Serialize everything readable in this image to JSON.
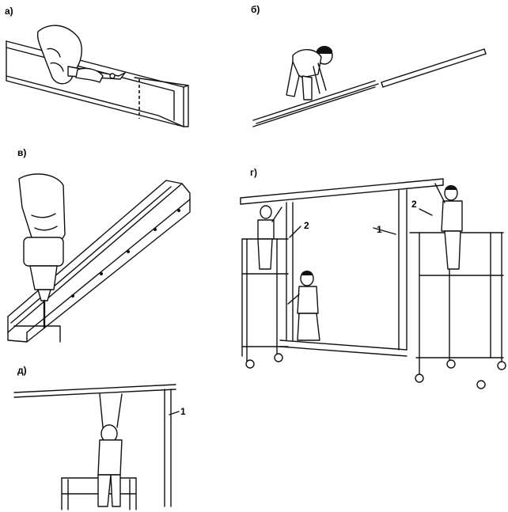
{
  "panels": {
    "a": {
      "label": "а)"
    },
    "b": {
      "label": "б)"
    },
    "v": {
      "label": "в)"
    },
    "g": {
      "label": "г)",
      "callout_1": "1",
      "callout_2_left": "2",
      "callout_2_right": "2"
    },
    "d": {
      "label": "д)",
      "callout_1": "1"
    }
  }
}
